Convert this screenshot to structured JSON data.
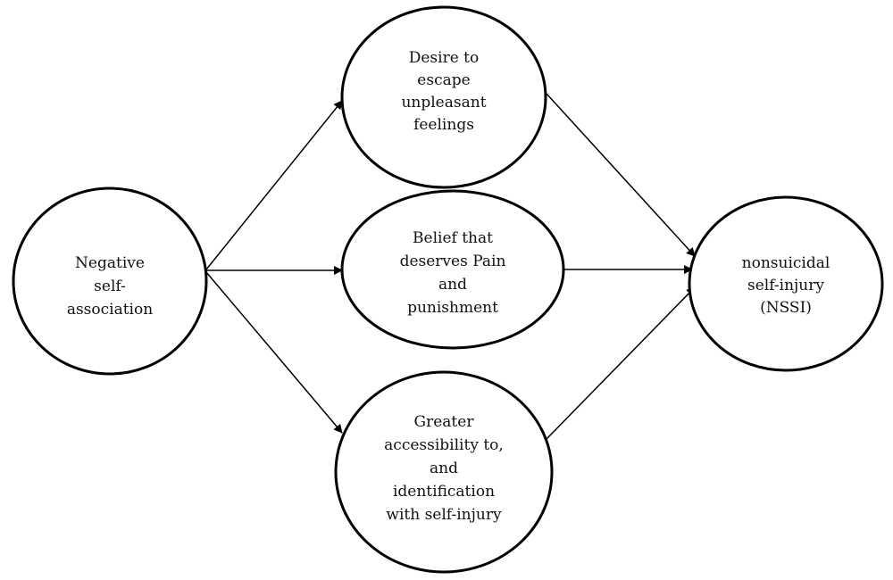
{
  "nodes": {
    "negative": {
      "lines": [
        "Negative",
        "self-",
        "association"
      ]
    },
    "escape": {
      "lines": [
        "Desire to",
        "escape",
        "unpleasant",
        "feelings"
      ]
    },
    "belief": {
      "lines": [
        "Belief that",
        "deserves Pain",
        "and",
        "punishment"
      ]
    },
    "accessibility": {
      "lines": [
        "Greater",
        "accessibility to,",
        "and",
        "identification",
        "with self-injury"
      ]
    },
    "nssi": {
      "lines": [
        "nonsuicidal",
        "self-injury",
        "(NSSI)"
      ]
    }
  },
  "edges": [
    {
      "from": "negative",
      "to": "escape"
    },
    {
      "from": "negative",
      "to": "belief"
    },
    {
      "from": "negative",
      "to": "accessibility"
    },
    {
      "from": "escape",
      "to": "nssi"
    },
    {
      "from": "belief",
      "to": "nssi"
    },
    {
      "from": "accessibility",
      "to": "nssi"
    }
  ]
}
